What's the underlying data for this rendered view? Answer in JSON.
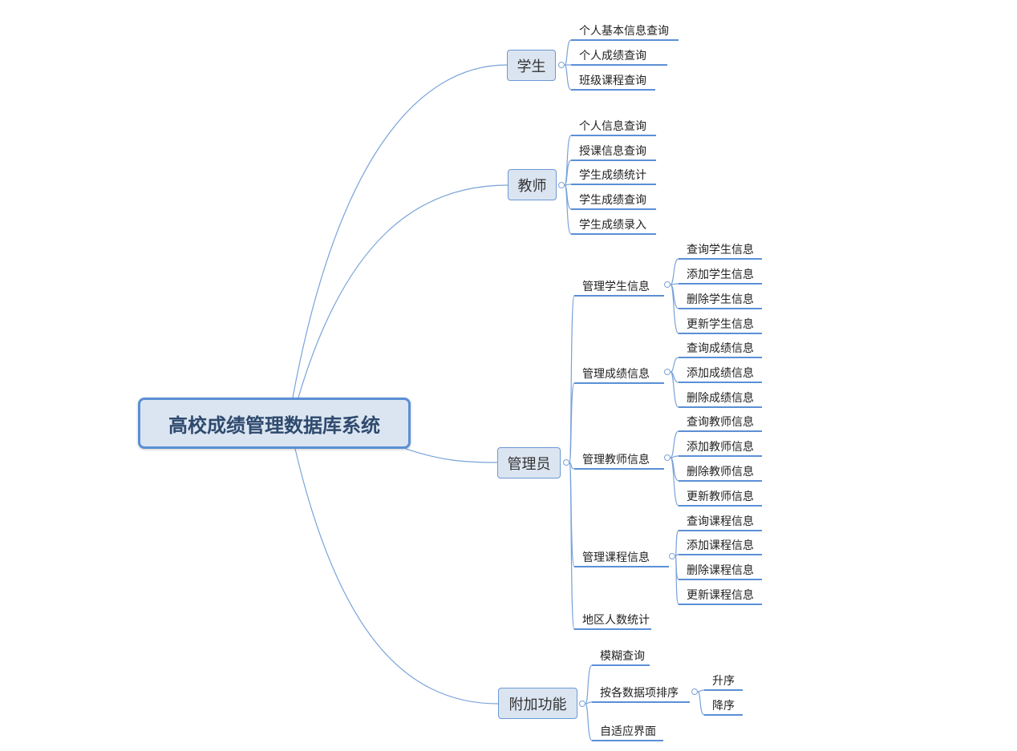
{
  "root": "高校成绩管理数据库系统",
  "student": {
    "label": "学生",
    "items": [
      "个人基本信息查询",
      "个人成绩查询",
      "班级课程查询"
    ]
  },
  "teacher": {
    "label": "教师",
    "items": [
      "个人信息查询",
      "授课信息查询",
      "学生成绩统计",
      "学生成绩查询",
      "学生成绩录入"
    ]
  },
  "admin": {
    "label": "管理员",
    "student_mgmt": {
      "label": "管理学生信息",
      "items": [
        "查询学生信息",
        "添加学生信息",
        "删除学生信息",
        "更新学生信息"
      ]
    },
    "score_mgmt": {
      "label": "管理成绩信息",
      "items": [
        "查询成绩信息",
        "添加成绩信息",
        "删除成绩信息"
      ]
    },
    "teacher_mgmt": {
      "label": "管理教师信息",
      "items": [
        "查询教师信息",
        "添加教师信息",
        "删除教师信息",
        "更新教师信息"
      ]
    },
    "course_mgmt": {
      "label": "管理课程信息",
      "items": [
        "查询课程信息",
        "添加课程信息",
        "删除课程信息",
        "更新课程信息"
      ]
    },
    "region_stats": "地区人数统计"
  },
  "extra": {
    "label": "附加功能",
    "fuzzy": "模糊查询",
    "sort": {
      "label": "按各数据项排序",
      "items": [
        "升序",
        "降序"
      ]
    },
    "adaptive": "自适应界面"
  },
  "colors": {
    "line": "#5b8fd6",
    "node_fill": "#dbe5f1",
    "root_text": "#2f4a6e"
  }
}
